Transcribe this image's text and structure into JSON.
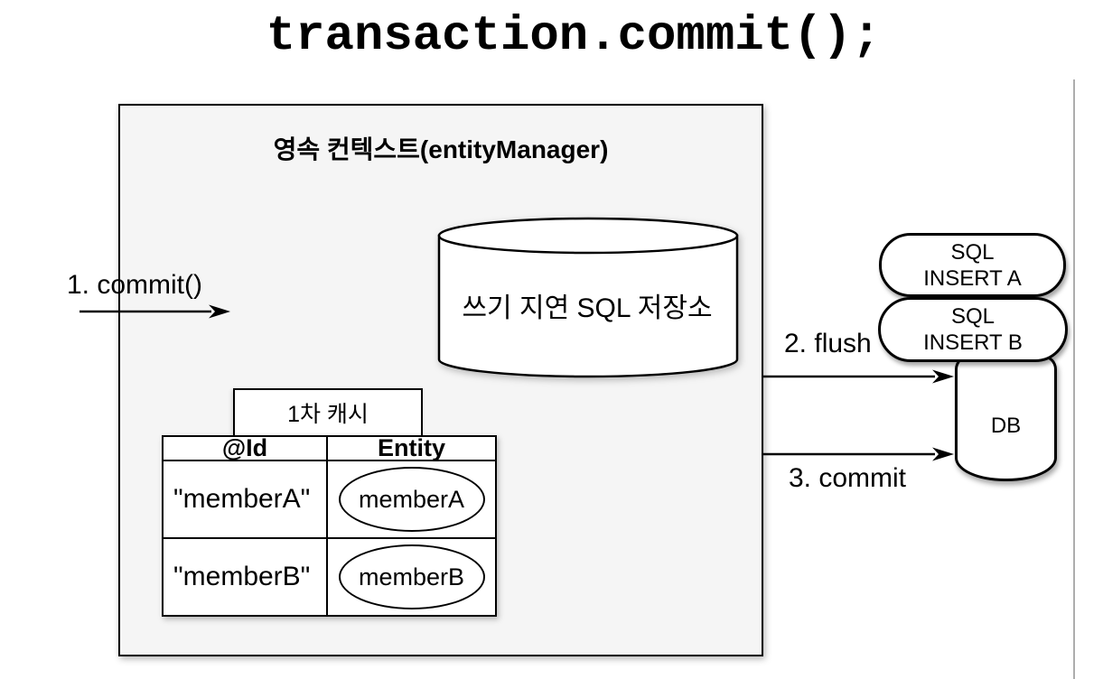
{
  "page_title": "transaction.commit();",
  "persistence_context": {
    "title": "영속 컨텍스트(entityManager)",
    "sql_store_label": "쓰기 지연 SQL 저장소",
    "cache": {
      "label": "1차 캐시",
      "headers": {
        "id": "@Id",
        "entity": "Entity"
      },
      "rows": [
        {
          "id": "\"memberA\"",
          "entity": "memberA"
        },
        {
          "id": "\"memberB\"",
          "entity": "memberB"
        }
      ]
    }
  },
  "flow": {
    "step1": "1. commit()",
    "step2": "2. flush",
    "step3": "3. commit"
  },
  "sql_queue": {
    "insert_a": {
      "line1": "SQL",
      "line2": "INSERT A"
    },
    "insert_b": {
      "line1": "SQL",
      "line2": "INSERT B"
    }
  },
  "database": {
    "label": "DB"
  },
  "colors": {
    "context_fill": "#f5f5f5",
    "shape_fill": "#ffffff",
    "stroke": "#000000",
    "divider_line": "#adadad"
  }
}
